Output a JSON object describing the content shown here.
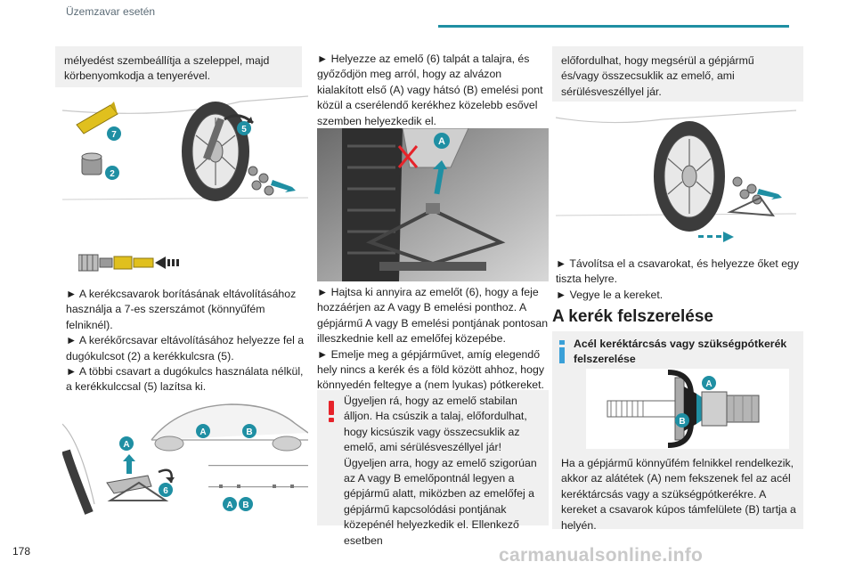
{
  "header": {
    "section_title": "Üzemzavar esetén"
  },
  "page_number": "178",
  "watermark": "carmanualsonline.info",
  "col1": {
    "box_text": "mélyedést szembeállítja a szeleppel, majd körbenyomkodja a tenyerével.",
    "callouts": {
      "n7": "7",
      "n2": "2",
      "n5": "5"
    },
    "para1": "► A kerékcsavarok borításának eltávolításához használja a 7-es szerszámot (könnyűfém felniknél).",
    "para2": "► A kerékőrcsavar eltávolításához helyezze fel a dugókulcsot (2) a kerékkulcsra (5).",
    "para3": "► A többi csavart a dugókulcs használata nélkül, a kerékkulccsal (5) lazítsa ki.",
    "callouts2": {
      "a": "A",
      "b": "B",
      "a2": "A",
      "n6": "6",
      "a3": "A",
      "b2": "B"
    }
  },
  "col2": {
    "para1": "► Helyezze az emelő (6) talpát a talajra, és győződjön meg arról, hogy az alvázon kialakított első (A) vagy hátsó (B) emelési pont közül a cserélendő kerékhez közelebb esővel szemben helyezkedik el.",
    "callout_a": "A",
    "para2": "► Hajtsa ki annyira az emelőt (6), hogy a feje hozzáérjen az A vagy B emelési ponthoz. A gépjármű A vagy B emelési pontjának pontosan illeszkednie kell az emelőfej közepébe.",
    "para3": "► Emelje meg a gépjárművet, amíg elegendő hely nincs a kerék és a föld között ahhoz, hogy könnyedén feltegye a (nem lyukas) pótkereket.",
    "warning": "Ügyeljen rá, hogy az emelő stabilan álljon. Ha csúszik a talaj, előfordulhat, hogy kicsúszik vagy összecsuklik az emelő, ami sérülésveszéllyel jár!\nÜgyeljen arra, hogy az emelő szigorúan az A vagy B emelőpontnál legyen a gépjármű alatt, miközben az emelőfej a gépjármű kapcsolódási pontjának közepénél helyezkedik el. Ellenkező esetben"
  },
  "col3": {
    "box_text": "előfordulhat, hogy megsérül a gépjármű és/vagy összecsuklik az emelő, ami sérülésveszéllyel jár.",
    "para1": "► Távolítsa el a csavarokat, és helyezze őket egy tiszta helyre.",
    "para2": "► Vegye le a kereket.",
    "section_heading": "A kerék felszerelése",
    "info_heading": "Acél keréktárcsás vagy szükségpótkerék felszerelése",
    "info_callouts": {
      "a": "A",
      "b": "B"
    },
    "info_text": "Ha a gépjármű könnyűfém felnikkel rendelkezik, akkor az alátétek (A) nem fekszenek fel az acél keréktárcsás vagy a szükségpótkerékre. A kereket a csavarok kúpos támfelülete (B) tartja a helyén."
  },
  "colors": {
    "accent": "#1f8fa3",
    "callout": "#1f8fa3",
    "warning": "#e6232a",
    "info": "#3aa0d8",
    "lug_nut": "#e0c01e"
  }
}
